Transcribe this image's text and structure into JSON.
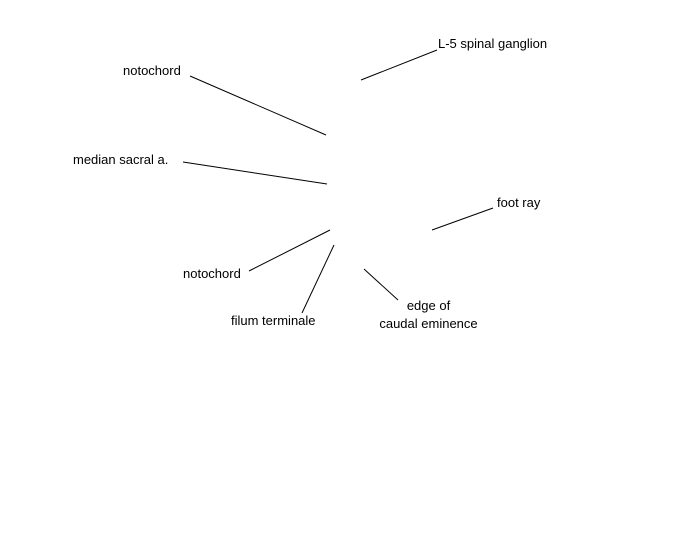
{
  "labels": {
    "l5_spinal_ganglion": "L-5 spinal ganglion",
    "notochord_upper": "notochord",
    "median_sacral_a": "median sacral a.",
    "foot_ray": "foot ray",
    "notochord_lower": "notochord",
    "filum_terminale": "filum terminale",
    "edge_of_caudal_eminence": [
      "edge of",
      "caudal eminence"
    ]
  },
  "colors": {
    "background": "#ffffff",
    "text": "#000000",
    "leader_line": "#000000"
  }
}
